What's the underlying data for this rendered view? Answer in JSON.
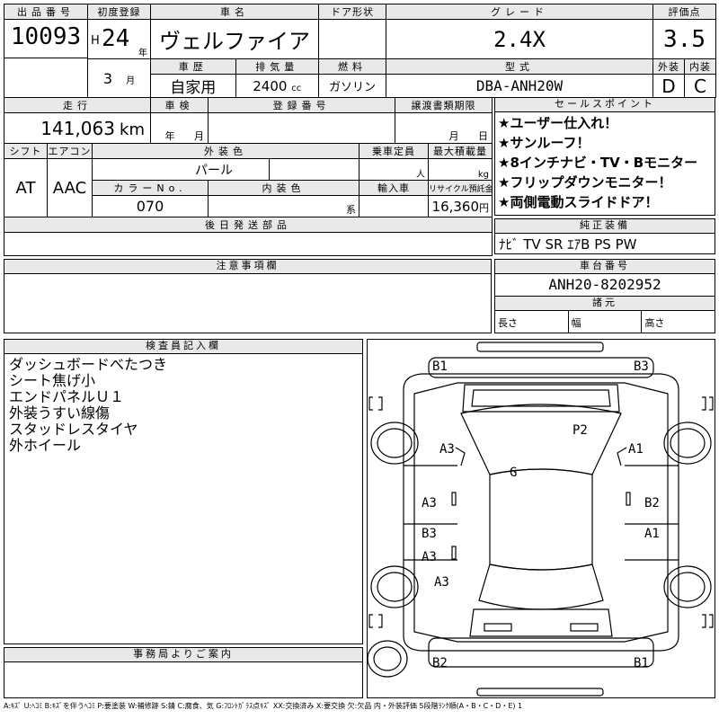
{
  "header": {
    "lot_label": "出品番号",
    "lot": "10093",
    "first_reg_label": "初度登録",
    "era": "H",
    "year": "24",
    "year_unit": "年",
    "month": "3",
    "month_unit": "月",
    "name_label": "車名",
    "name": "ヴェルファイア",
    "door_label": "ドア形状",
    "door": "",
    "grade_label": "グレード",
    "grade": "2.4X",
    "score_label": "評価点",
    "score": "3.5",
    "history_label": "車歴",
    "history": "自家用",
    "displacement_label": "排気量",
    "displacement": "2400",
    "displacement_unit": "cc",
    "fuel_label": "燃料",
    "fuel": "ガソリン",
    "model_label": "型式",
    "model": "DBA-ANH20W",
    "exterior_label": "外装",
    "exterior": "D",
    "interior_label": "内装",
    "interior": "C"
  },
  "mid": {
    "mileage_label": "走行",
    "mileage": "141,063",
    "mileage_unit": "km",
    "inspection_label": "車検",
    "inspection_year_unit": "年",
    "inspection_month_unit": "月",
    "regno_label": "登録番号",
    "regno": "",
    "transfer_label": "譲渡書類期限",
    "transfer_month_unit": "月",
    "transfer_day_unit": "日",
    "shift_label": "シフト",
    "shift": "AT",
    "ac_label": "エアコン",
    "ac": "AAC",
    "color_label": "外装色",
    "color": "パール",
    "capacity_label": "乗車定員",
    "capacity_unit": "人",
    "load_label": "最大積載量",
    "load_unit": "kg",
    "colorno_label": "カラーNo.",
    "colorno": "070",
    "int_color_label": "内装色",
    "int_color_unit": "系",
    "import_label": "輸入車",
    "recycle_label": "リサイクル預託金",
    "recycle": "16,360",
    "recycle_unit": "円",
    "later_parts_label": "後日発送部品"
  },
  "sales_points": {
    "label": "セールスポイント",
    "items": [
      "★ユーザー仕入れ！",
      "★サンルーフ！",
      "★8インチナビ・TV・Bモニター",
      "★フリップダウンモニター！",
      "★両側電動スライドドア！"
    ]
  },
  "equipment": {
    "label": "純正装備",
    "value": "ﾅﾋﾞ TV SR ｴｱB PS PW"
  },
  "notes": {
    "label": "注意事項欄"
  },
  "chassis": {
    "label": "車台番号",
    "value": "ANH20-8202952"
  },
  "specs": {
    "label": "諸元",
    "length": "長さ",
    "width": "幅",
    "height": "高さ"
  },
  "inspector": {
    "label": "検査員記入欄",
    "items": [
      "ダッシュボードべたつき",
      "シート焦げ小",
      "エンドパネルＵ１",
      "外装うすい線傷",
      "スタッドレスタイヤ",
      "外ホイール"
    ]
  },
  "office": {
    "label": "事務局よりご案内"
  },
  "damage_marks": {
    "B1_top": "B1",
    "B3_top": "B3",
    "P2": "P2",
    "A3_left_front": "A3",
    "A1_right_front": "A1",
    "G": "G",
    "A3_left_mid": "A3",
    "B2_right_mid": "B2",
    "B3_left": "B3",
    "A1_right_rear": "A1",
    "A3_left_rear1": "A3",
    "A3_left_rear2": "A3",
    "B2_bottom": "B2",
    "B1_bottom": "B1"
  },
  "legend": "A:ｷｽﾞ U:ﾍｺﾐ B:ｷｽﾞを伴うﾍｺﾐ P:要塗装 W:補修跡 S:錆 C:腐食、気 G:ﾌﾛﾝﾄｶﾞﾗｽ点ｷｽﾞ XX:交換済み X:要交換 欠:欠品 内・外装評価 5段階ﾗﾝｸ順(A・B・C・D・E) 1"
}
